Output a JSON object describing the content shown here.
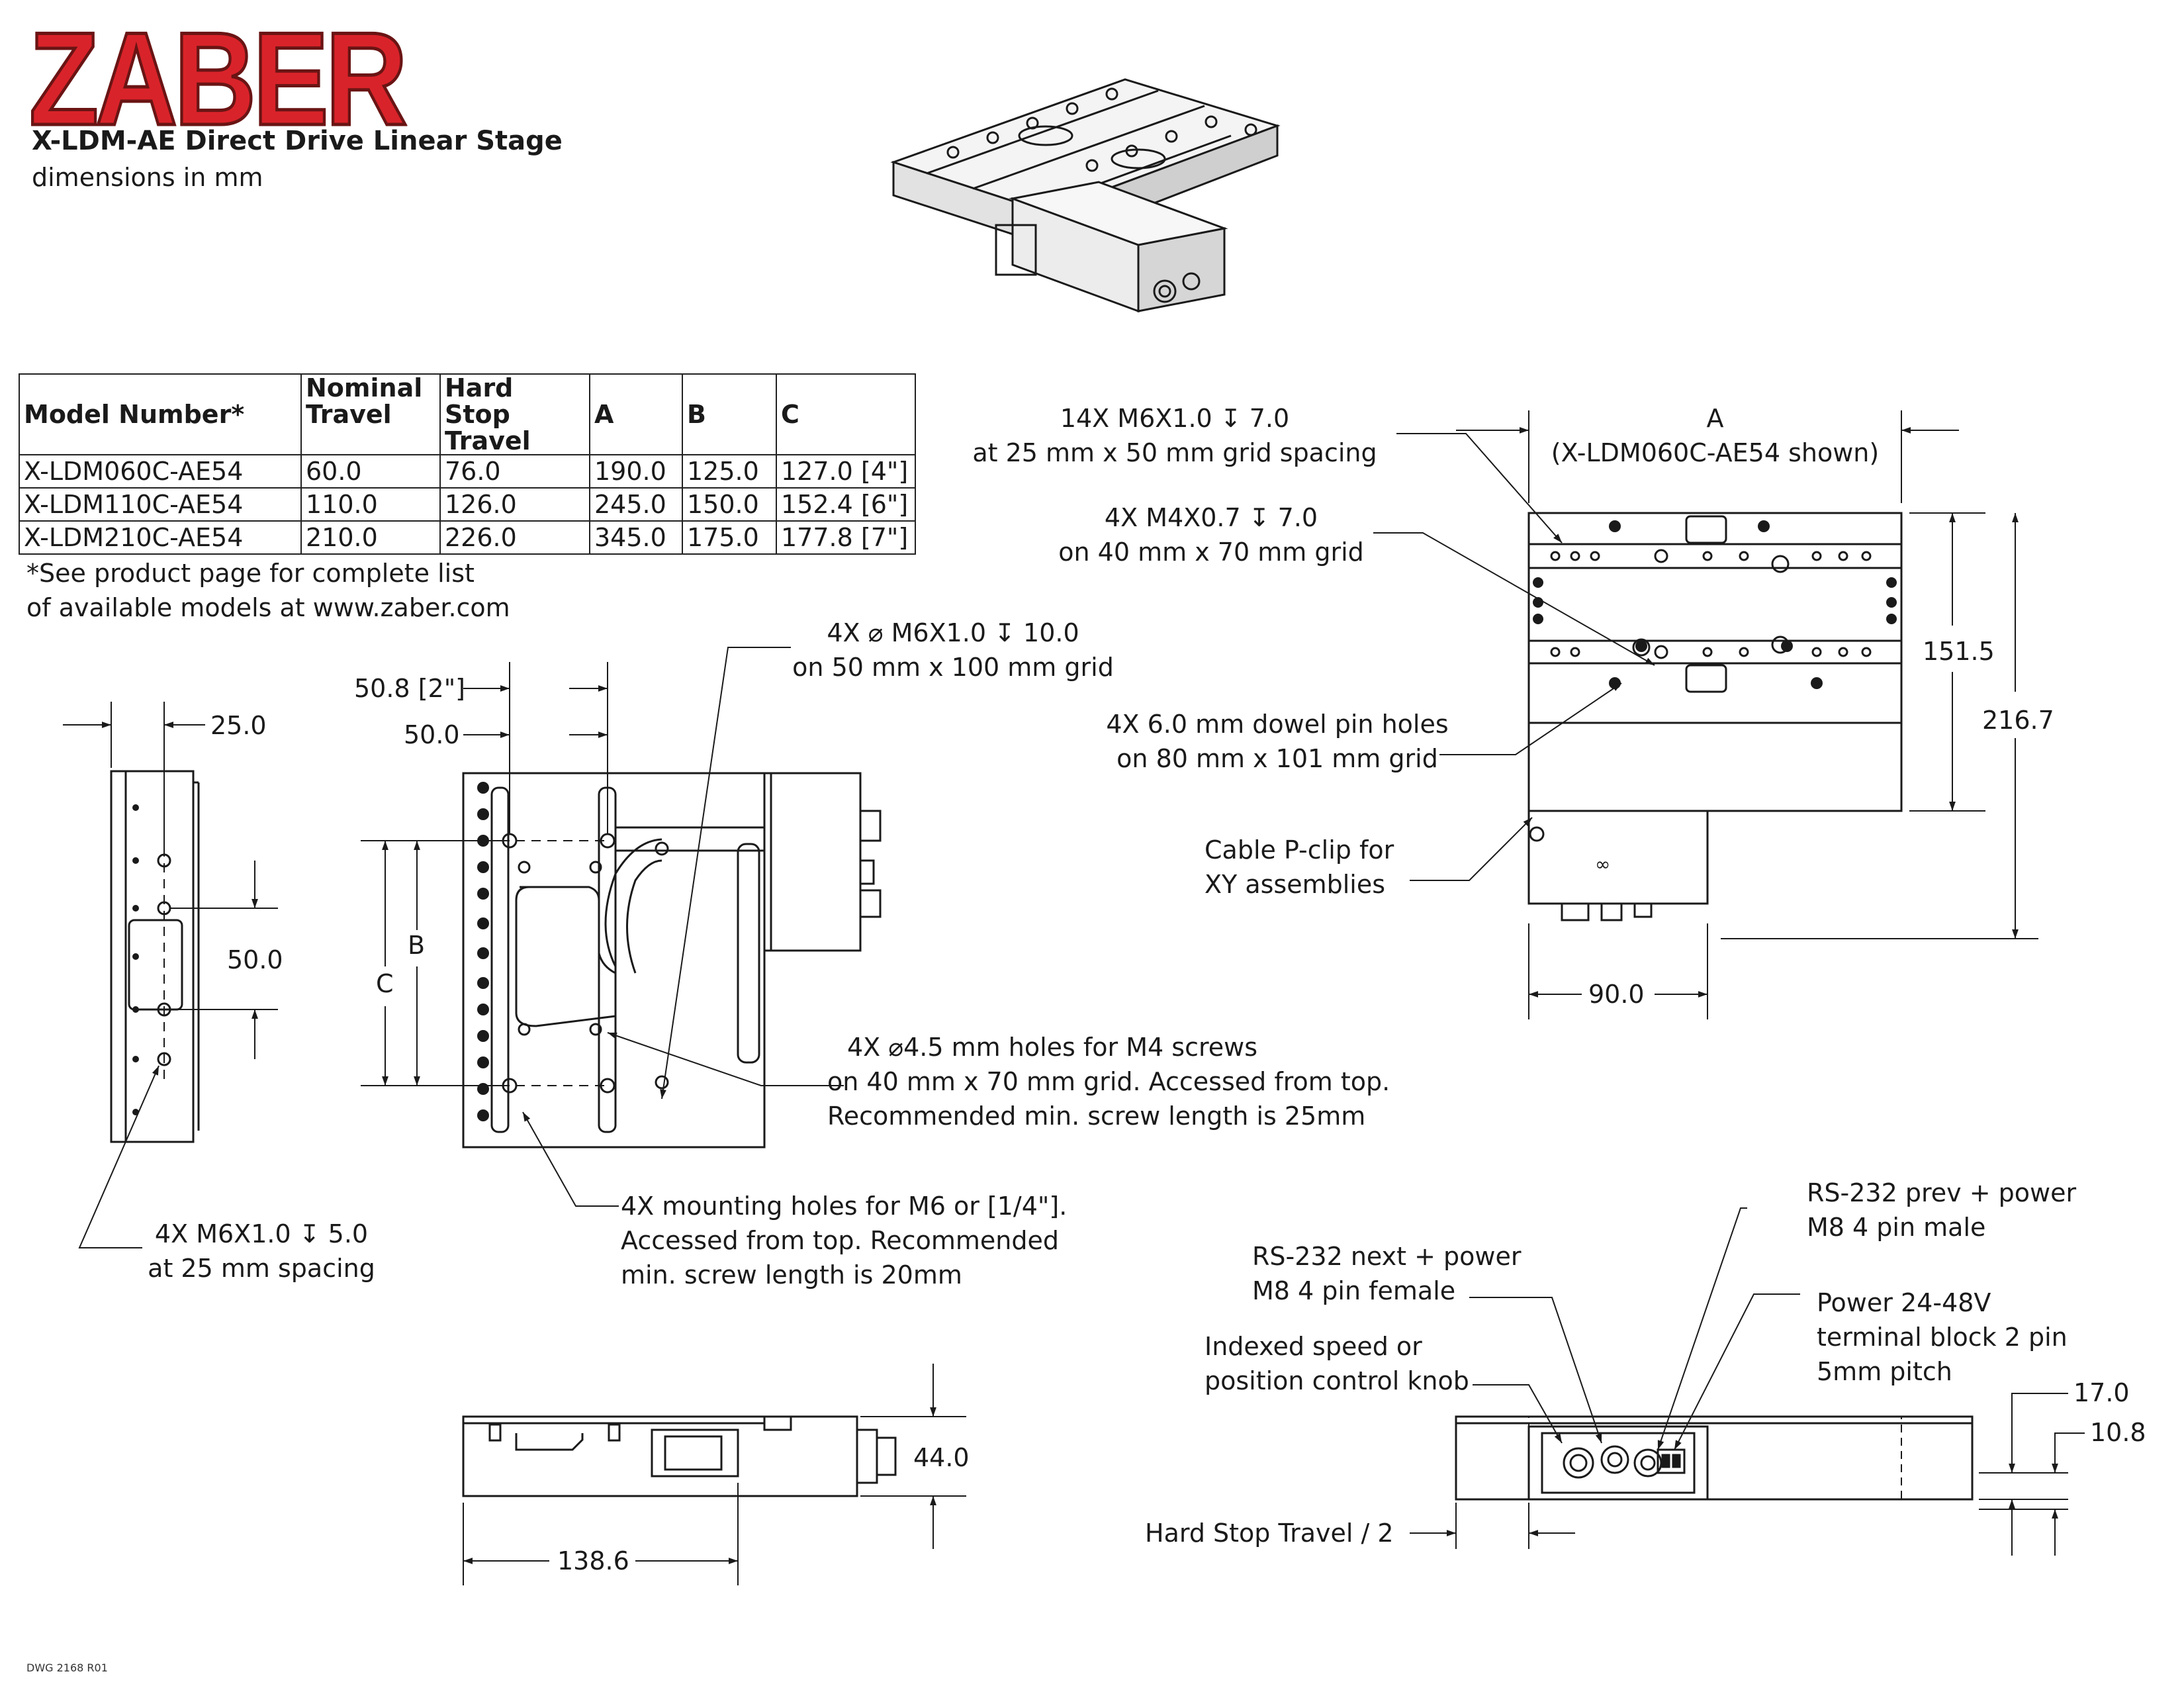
{
  "header": {
    "brand": "ZABER",
    "title": "X-LDM-AE Direct Drive Linear Stage",
    "subtitle": "dimensions in mm"
  },
  "table": {
    "headers": [
      {
        "line1": "Model Number*",
        "line2": ""
      },
      {
        "line1": "Nominal",
        "line2": "Travel"
      },
      {
        "line1": "Hard Stop",
        "line2": "Travel"
      },
      {
        "line1": "A",
        "line2": ""
      },
      {
        "line1": "B",
        "line2": ""
      },
      {
        "line1": "C",
        "line2": ""
      }
    ],
    "rows": [
      [
        "X-LDM060C-AE54",
        "60.0",
        "76.0",
        "190.0",
        "125.0",
        "127.0 [4\"]"
      ],
      [
        "X-LDM110C-AE54",
        "110.0",
        "126.0",
        "245.0",
        "150.0",
        "152.4 [6\"]"
      ],
      [
        "X-LDM210C-AE54",
        "210.0",
        "226.0",
        "345.0",
        "175.0",
        "177.8 [7\"]"
      ]
    ],
    "footnote_line1": "*See product page for complete list",
    "footnote_line2": "of available models at www.zaber.com"
  },
  "top_view": {
    "callout_m6_line1": "14X M6X1.0 ↧ 7.0",
    "callout_m6_line2": "at 25 mm x 50 mm grid spacing",
    "callout_m4_line1": "4X M4X0.7 ↧ 7.0",
    "callout_m4_line2": "on 40 mm x 70 mm grid",
    "callout_dowel_line1": "4X 6.0 mm dowel pin holes",
    "callout_dowel_line2": "on 80 mm x 101 mm grid",
    "callout_pclip_line1": "Cable P-clip for",
    "callout_pclip_line2": "XY assemblies",
    "dim_a_label": "A",
    "dim_a_note": "(X-LDM060C-AE54 shown)",
    "dim_151": "151.5",
    "dim_216": "216.7",
    "dim_90": "90.0"
  },
  "side_view": {
    "dim_25": "25.0",
    "dim_50": "50.0",
    "callout_line1": "4X M6X1.0 ↧ 5.0",
    "callout_line2": "at 25 mm spacing"
  },
  "bottom_view": {
    "dim_508": "50.8 [2\"]",
    "dim_500": "50.0",
    "dim_b": "B",
    "dim_c": "C",
    "callout_m6_line1": "4X ⌀ M6X1.0 ↧ 10.0",
    "callout_m6_line2": "on 50 mm x 100 mm grid",
    "callout_m4_line1": "4X ⌀4.5 mm holes for M4 screws",
    "callout_m4_line2": "on 40 mm x 70 mm grid. Accessed from top.",
    "callout_m4_line3": "Recommended min. screw length is 25mm",
    "callout_mount_line1": "4X mounting holes for M6 or [1/4\"].",
    "callout_mount_line2": "Accessed from top. Recommended",
    "callout_mount_line3": "min. screw length is 20mm"
  },
  "front_view": {
    "dim_44": "44.0",
    "dim_138": "138.6"
  },
  "end_view": {
    "rs232_prev_line1": "RS-232 prev + power",
    "rs232_prev_line2": "M8 4 pin male",
    "rs232_next_line1": "RS-232 next + power",
    "rs232_next_line2": "M8 4 pin female",
    "power_line1": "Power 24-48V",
    "power_line2": "terminal block 2 pin",
    "power_line3": "5mm pitch",
    "knob_line1": "Indexed speed or",
    "knob_line2": "position control knob",
    "dim_17": "17.0",
    "dim_108": "10.8",
    "hard_stop": "Hard Stop Travel / 2"
  },
  "drawing_number": "DWG 2168 R01",
  "colors": {
    "logo_red": "#d9232a",
    "line": "#1a1a1a"
  }
}
